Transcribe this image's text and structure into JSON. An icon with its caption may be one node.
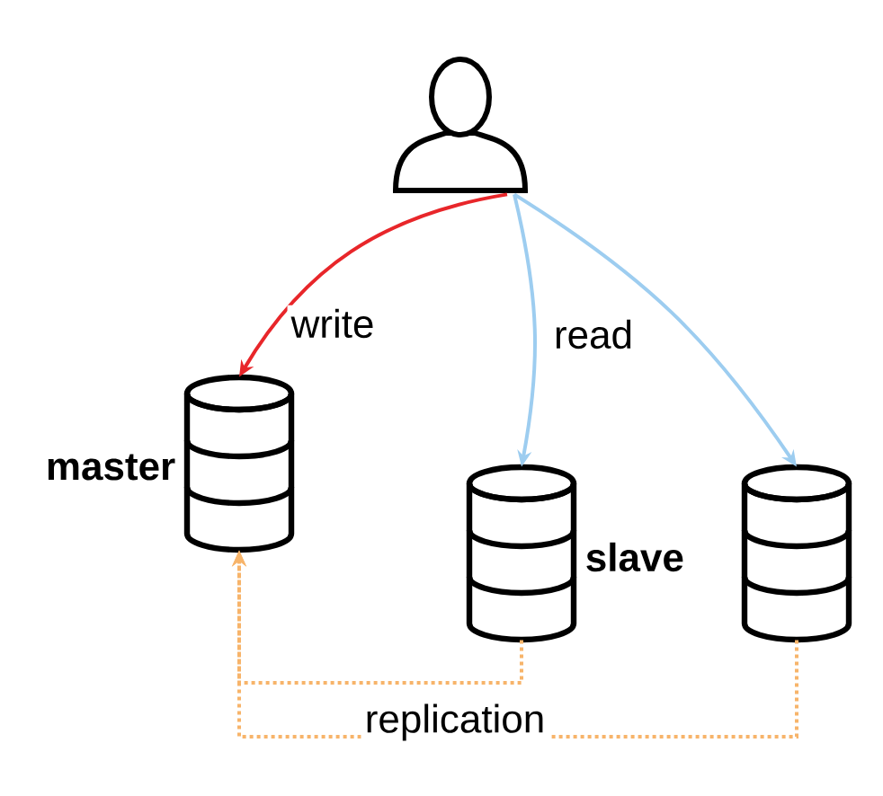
{
  "diagram": {
    "nodes": [
      {
        "text": [],
        "shape": "person"
      },
      {
        "text": [],
        "shape": "cylinder",
        "beside": [
          "master"
        ]
      },
      {
        "text": [],
        "shape": "cylinder",
        "beside": [
          "slave"
        ]
      },
      {
        "text": [],
        "shape": "cylinder"
      }
    ],
    "edges": [
      {
        "from": 0,
        "to": 1,
        "arrow": "to",
        "label": "write",
        "color": "#e8262a"
      },
      {
        "from": 0,
        "to": 2,
        "arrow": "to",
        "label": "read",
        "color": "#9dcdf0"
      },
      {
        "from": 0,
        "to": 3,
        "arrow": "to",
        "color": "#9dcdf0"
      },
      {
        "from": 2,
        "to": 1,
        "arrow": "to",
        "style": "dashed",
        "color": "#f7b46a"
      },
      {
        "from": 3,
        "to": 1,
        "arrow": "to",
        "style": "dashed",
        "color": "#f7b46a",
        "label": "replication"
      }
    ]
  }
}
